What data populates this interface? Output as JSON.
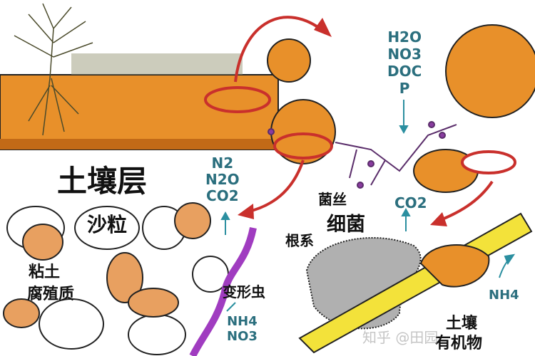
{
  "labels": {
    "soil_layer": "土壤层",
    "sand": "沙粒",
    "clay": "粘土",
    "humus": "腐殖质",
    "amoeba": "变形虫",
    "hyphae": "菌丝",
    "roots": "根系",
    "bacteria": "细菌",
    "soil_organic_1": "土壤",
    "soil_organic_2": "有机物"
  },
  "chemicals": {
    "gases_left": [
      "N2",
      "N2O",
      "CO2"
    ],
    "nutrients_bottom": [
      "NH4",
      "NO3"
    ],
    "co2_right": "CO2",
    "top_right": [
      "H2O",
      "NO3",
      "DOC",
      "P"
    ],
    "nh4_right": "NH4"
  },
  "watermark": "知乎 @田园",
  "colors": {
    "soil_orange": "#e8902a",
    "chem_teal": "#2b6f7e",
    "arrow_red": "#c9302c",
    "amoeba_purple": "#a03cc0",
    "root_yellow": "#f3e23a",
    "bacteria_gray": "#b0b0b0"
  }
}
